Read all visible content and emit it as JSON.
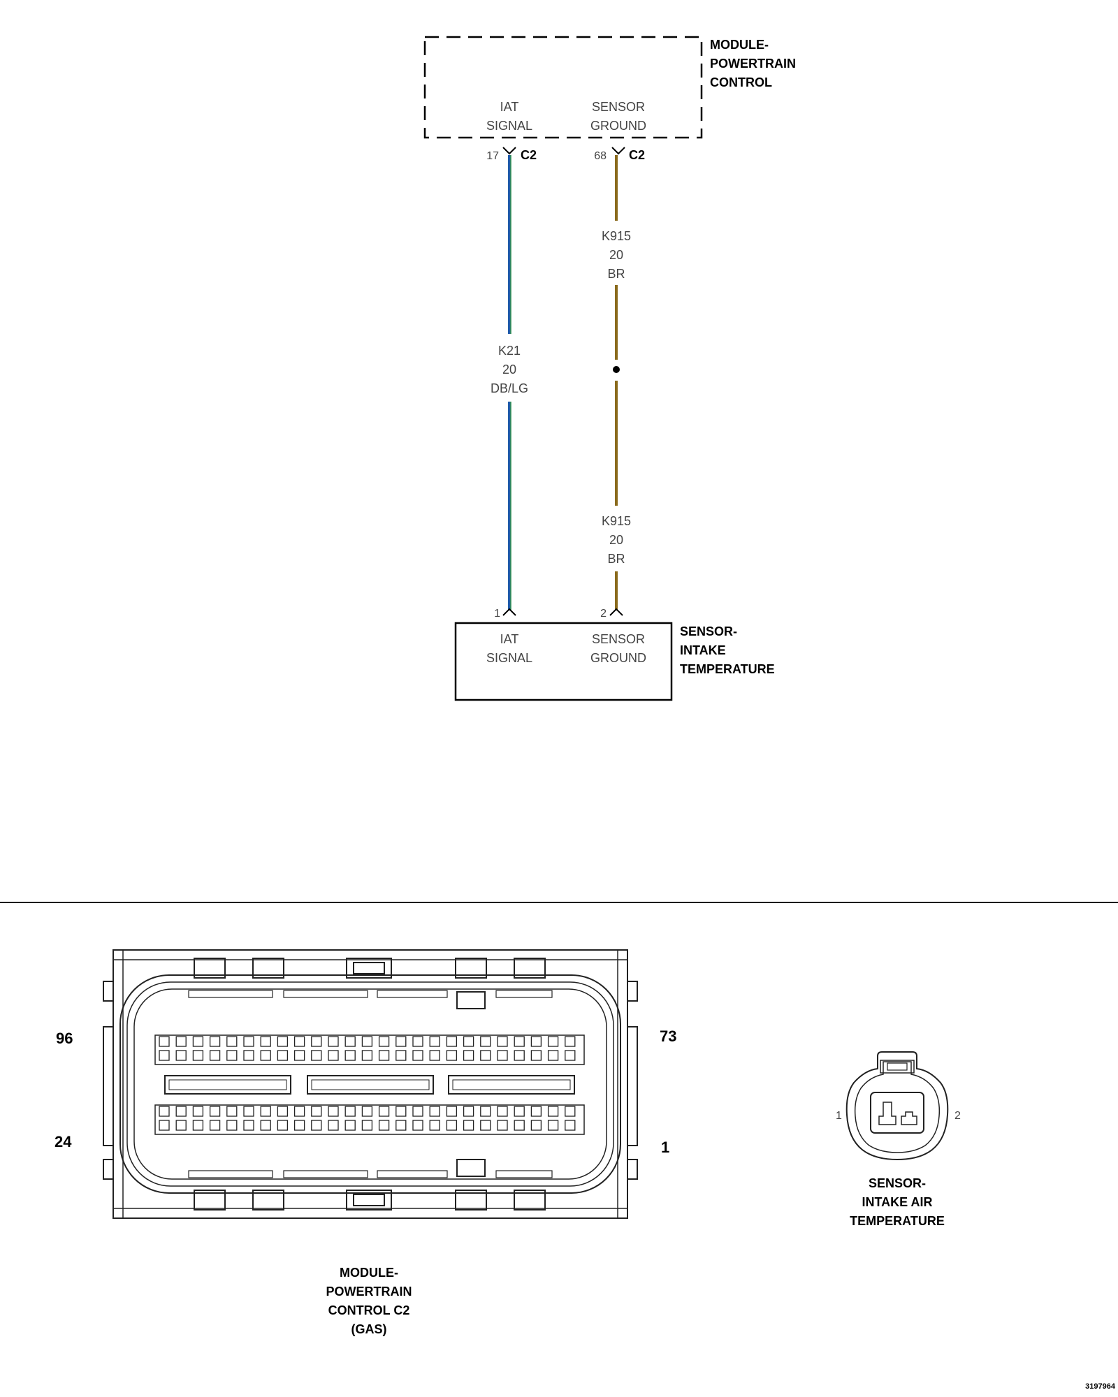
{
  "pcm": {
    "name_lines": [
      "MODULE-",
      "POWERTRAIN",
      "CONTROL"
    ],
    "pin_a": {
      "label_lines": [
        "IAT",
        "SIGNAL"
      ],
      "number": "17",
      "connector": "C2"
    },
    "pin_b": {
      "label_lines": [
        "SENSOR",
        "GROUND"
      ],
      "number": "68",
      "connector": "C2"
    }
  },
  "wires": {
    "signal": {
      "circuit": "K21",
      "gauge": "20",
      "color_code": "DB/LG",
      "stroke": "#1e5aa8",
      "tracer": "#2f8f4a"
    },
    "ground_upper": {
      "circuit": "K915",
      "gauge": "20",
      "color_code": "BR",
      "stroke": "#8a6a1c"
    },
    "ground_lower": {
      "circuit": "K915",
      "gauge": "20",
      "color_code": "BR",
      "stroke": "#8a6a1c"
    }
  },
  "sensor": {
    "name_lines": [
      "SENSOR-",
      "INTAKE",
      "TEMPERATURE"
    ],
    "pin_a": {
      "label_lines": [
        "IAT",
        "SIGNAL"
      ],
      "number": "1"
    },
    "pin_b": {
      "label_lines": [
        "SENSOR",
        "GROUND"
      ],
      "number": "2"
    }
  },
  "pcm_connector_view": {
    "corner_labels": {
      "top_left": "96",
      "bottom_left": "24",
      "top_right": "73",
      "bottom_right": "1"
    },
    "caption_lines": [
      "MODULE-",
      "POWERTRAIN",
      "CONTROL C2",
      "(GAS)"
    ]
  },
  "sensor_connector_view": {
    "pin_left": "1",
    "pin_right": "2",
    "caption_lines": [
      "SENSOR-",
      "INTAKE AIR",
      "TEMPERATURE"
    ]
  },
  "figure_id": "3197964"
}
